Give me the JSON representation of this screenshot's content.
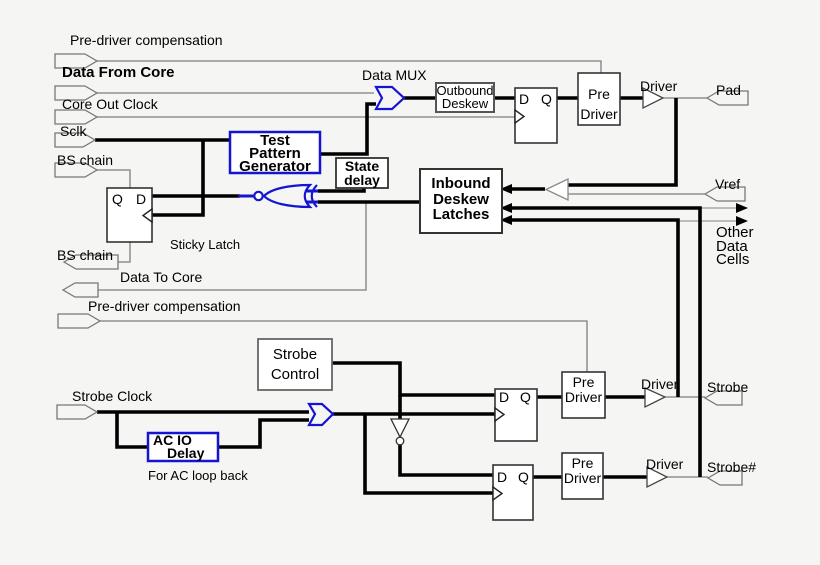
{
  "title": "IO cell block diagram",
  "ports": {
    "pre_driver_comp_top": "Pre-driver compensation",
    "data_from_core": "Data From Core",
    "core_out_clock": "Core Out Clock",
    "sclk": "Sclk",
    "bs_chain_top": "BS chain",
    "bs_chain_bottom": "BS chain",
    "data_to_core": "Data To Core",
    "pre_driver_comp_bottom": "Pre-driver compensation",
    "strobe_clock": "Strobe Clock",
    "pad": "Pad",
    "vref": "Vref",
    "strobe": "Strobe",
    "strobe_n": "Strobe#"
  },
  "blocks": {
    "test_pattern_generator": [
      "Test",
      "Pattern",
      "Generator"
    ],
    "state_delay": [
      "State",
      "delay"
    ],
    "outbound_deskew": [
      "Outbound",
      "Deskew"
    ],
    "inbound_deskew_latches": [
      "Inbound",
      "Deskew",
      "Latches"
    ],
    "pre_driver": [
      "Pre",
      "Driver"
    ],
    "strobe_control": [
      "Strobe",
      "Control"
    ],
    "ac_io_delay": [
      "AC IO",
      "Delay"
    ]
  },
  "labels": {
    "data_mux": "Data MUX",
    "sticky_latch": "Sticky Latch",
    "for_ac_loop_back": "For AC loop back",
    "driver": "Driver",
    "other_data_cells": [
      "Other",
      "Data",
      "Cells"
    ],
    "ff_d": "D",
    "ff_q": "Q"
  },
  "colors": {
    "accent_blue": "#1414d2",
    "wire_black": "#000000",
    "wire_gray": "#7d7d7d",
    "background": "#f5f6f4"
  }
}
